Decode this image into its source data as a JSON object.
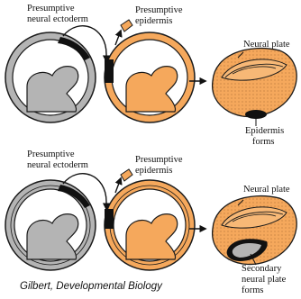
{
  "top_row": {
    "label_ectoderm": [
      "Presumptive",
      "neural ectoderm"
    ],
    "label_epidermis": [
      "Presumptive",
      "epidermis"
    ],
    "label_neural_plate": "Neural plate",
    "label_result": [
      "Epidermis",
      "forms"
    ]
  },
  "bottom_row": {
    "label_ectoderm": [
      "Presumptive",
      "neural ectoderm"
    ],
    "label_epidermis": [
      "Presumptive",
      "epidermis"
    ],
    "label_neural_plate": "Neural plate",
    "label_result": [
      "Secondary",
      "neural plate",
      "forms"
    ]
  },
  "credit": "Gilbert, Developmental Biology",
  "colors": {
    "host_embryo": "#f5a85c",
    "donor_embryo": "#b4b4b4",
    "graft": "#111111",
    "outline": "#1a1a1a"
  }
}
